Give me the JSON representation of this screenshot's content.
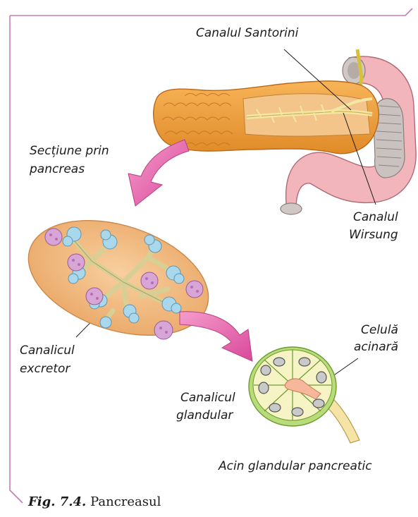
{
  "labels": {
    "santorini": "Canalul Santorini",
    "sectiune_1": "Secțiune prin",
    "sectiune_2": "pancreas",
    "wirsung_1": "Canalul",
    "wirsung_2": "Wirsung",
    "excretor_1": "Canalicul",
    "excretor_2": "excretor",
    "celula_1": "Celulă",
    "celula_2": "acinară",
    "glandular_1": "Canalicul",
    "glandular_2": "glandular",
    "acin": "Acin glandular pancreatic"
  },
  "caption": {
    "number": "Fig. 7.4.",
    "title": "Pancreasul"
  },
  "colors": {
    "frame": "#c77bb6",
    "pancreas": "#f2a040",
    "duodenum": "#f2b5bb",
    "duct": "#f3e7a6",
    "section": "#f6c690",
    "acinus_cells": "#f6f4c4",
    "arrow": "#e66fb0"
  }
}
